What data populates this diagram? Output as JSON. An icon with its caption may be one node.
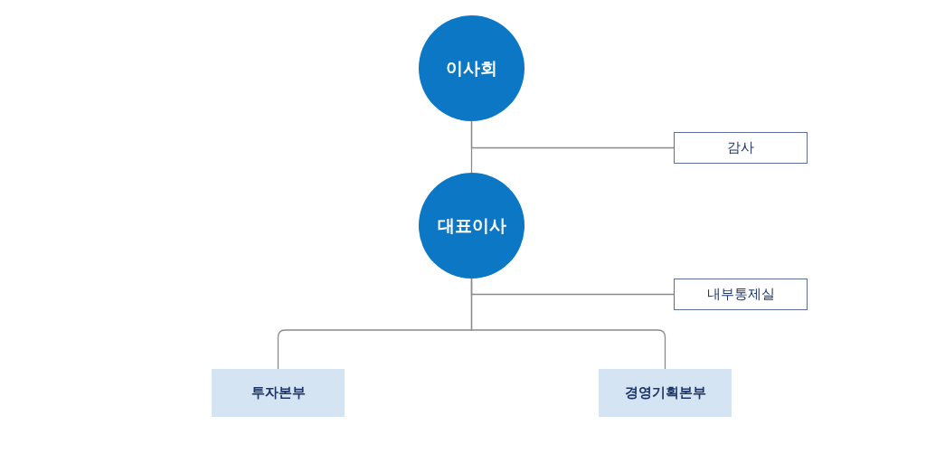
{
  "diagram": {
    "nodes": [
      {
        "text": [
          "이사회"
        ]
      },
      {
        "text": [
          "감사"
        ]
      },
      {
        "text": [
          "대표이사"
        ]
      },
      {
        "text": [
          "내부통제실"
        ]
      },
      {
        "text": [
          "투자본부"
        ]
      },
      {
        "text": [
          "경영기획본부"
        ]
      }
    ],
    "edges": [
      {
        "from": 0,
        "to": 2,
        "arrow": "none"
      },
      {
        "from": 0,
        "to": 1,
        "arrow": "none"
      },
      {
        "from": 2,
        "to": 3,
        "arrow": "none"
      },
      {
        "from": 2,
        "to": 4,
        "arrow": "none"
      },
      {
        "from": 2,
        "to": 5,
        "arrow": "none"
      }
    ]
  }
}
